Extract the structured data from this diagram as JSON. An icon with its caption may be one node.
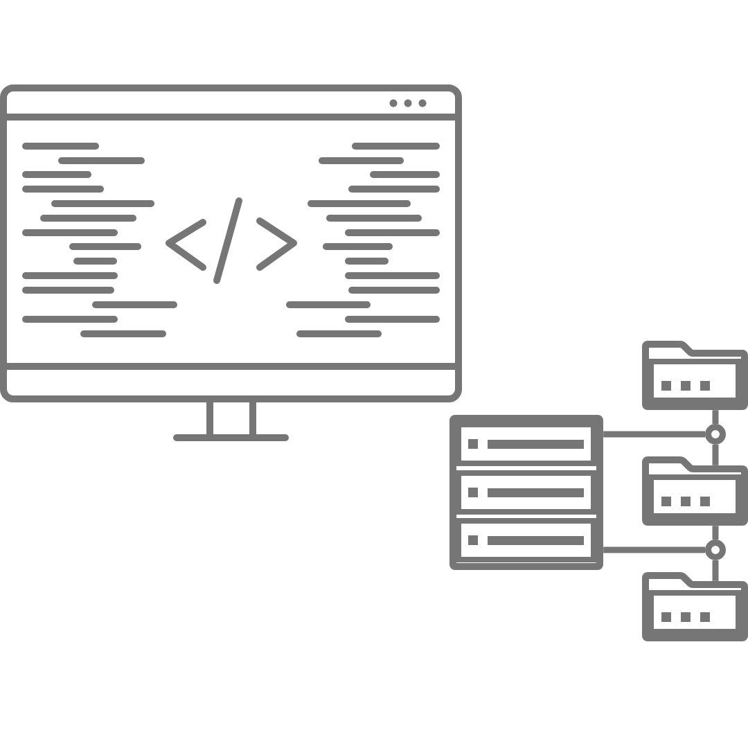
{
  "diagram": {
    "nodes": [
      {
        "text": [],
        "shape": "picture"
      },
      {
        "text": [],
        "shape": "picture"
      },
      {
        "text": [],
        "shape": "picture"
      },
      {
        "text": [],
        "shape": "picture"
      },
      {
        "text": [],
        "shape": "picture"
      },
      {
        "text": [],
        "shape": "circle"
      },
      {
        "text": [],
        "shape": "circle"
      }
    ],
    "edges": [
      {
        "from": 1,
        "to": 5,
        "arrow": "none"
      },
      {
        "from": 1,
        "to": 6,
        "arrow": "none"
      },
      {
        "from": 2,
        "to": 5,
        "arrow": "none"
      },
      {
        "from": 5,
        "to": 3,
        "arrow": "none"
      },
      {
        "from": 3,
        "to": 6,
        "arrow": "none"
      },
      {
        "from": 6,
        "to": 4,
        "arrow": "none"
      }
    ]
  }
}
